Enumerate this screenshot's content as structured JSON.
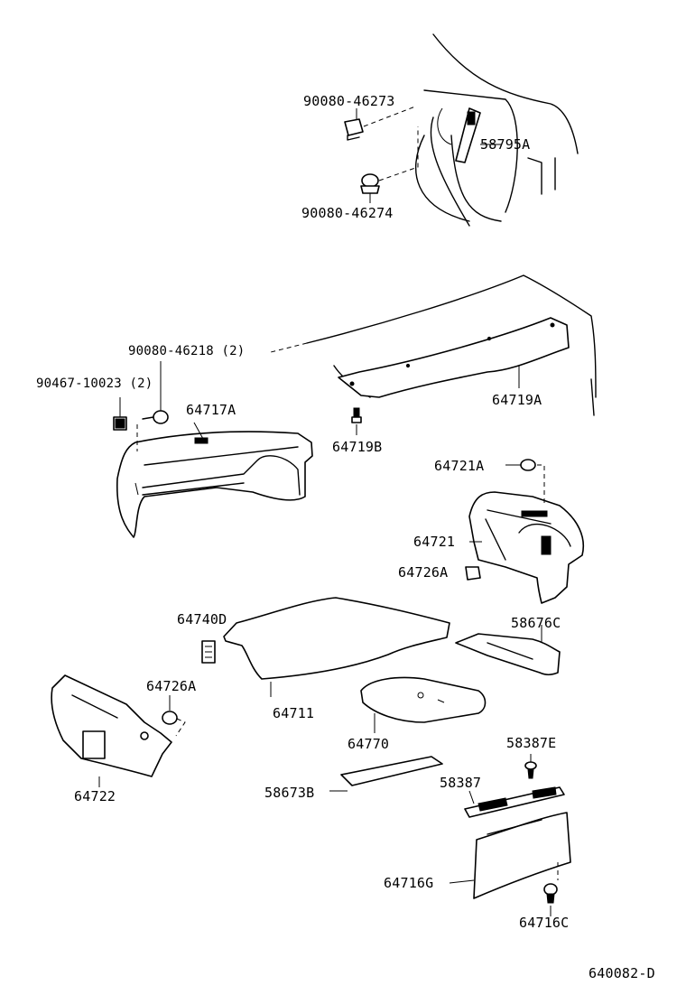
{
  "diagram_code": "640082-D",
  "labels": {
    "p90080_46273": "90080-46273",
    "p58795A": "58795A",
    "p90080_46274": "90080-46274",
    "p90080_46218": "90080-46218 (2)",
    "p90467_10023": "90467-10023 (2)",
    "p64717A": "64717A",
    "p64719A": "64719A",
    "p64719B": "64719B",
    "p64721A": "64721A",
    "p64721": "64721",
    "p64726A_right": "64726A",
    "p64740D": "64740D",
    "p58676C": "58676C",
    "p64726A_left": "64726A",
    "p64711": "64711",
    "p64770": "64770",
    "p64722": "64722",
    "p58387E": "58387E",
    "p58673B": "58673B",
    "p58387": "58387",
    "p64716G": "64716G",
    "p64716C": "64716C"
  }
}
